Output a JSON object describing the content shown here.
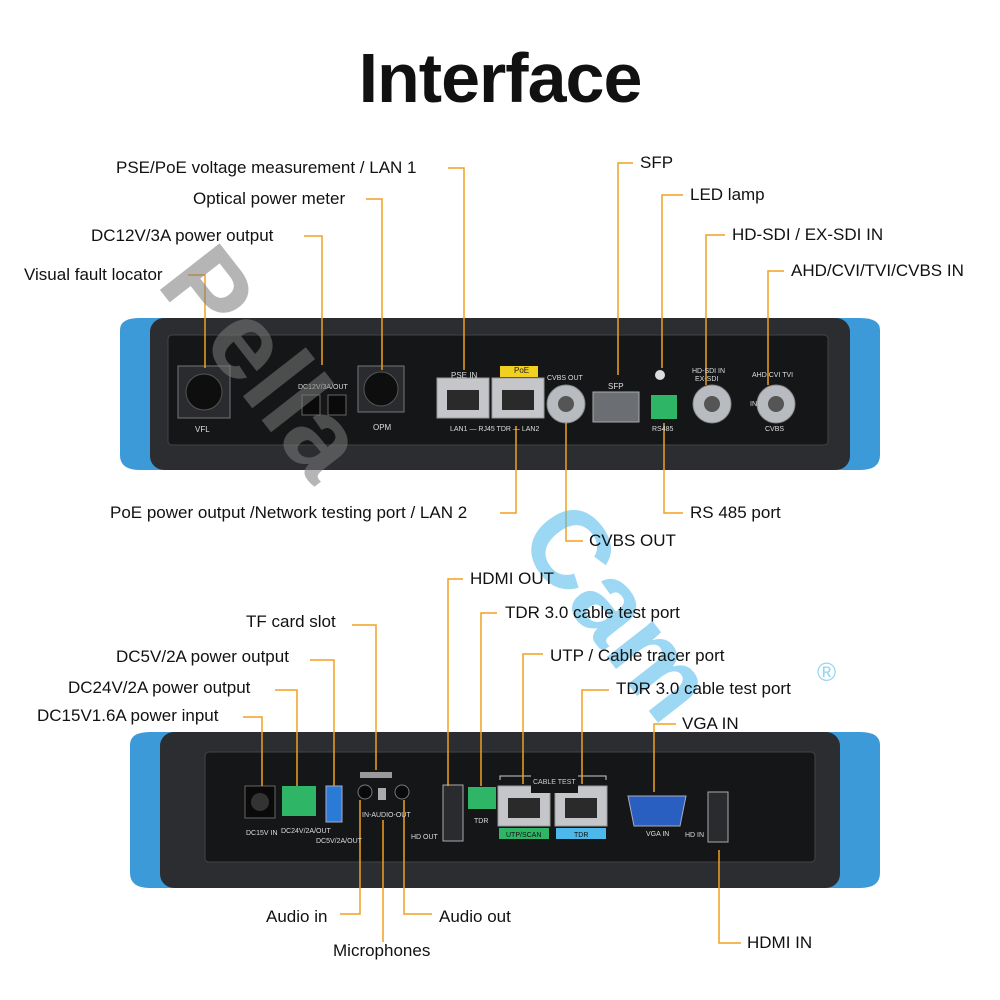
{
  "title": "Interface",
  "watermark": {
    "part1": "Pella",
    "part2": "Cam",
    "mark": "®",
    "color1": "#7a7a7a",
    "color2": "#4db8ea"
  },
  "colors": {
    "leader": "#f0a020",
    "bumper": "#3d9ad8",
    "panel": "#1e2024"
  },
  "top_callouts": {
    "pse_poe": "PSE/PoE voltage measurement / LAN 1",
    "opm": "Optical power meter",
    "dc12v": "DC12V/3A power output",
    "vfl": "Visual fault locator",
    "sfp": "SFP",
    "led": "LED lamp",
    "hdsdi": "HD-SDI / EX-SDI IN",
    "ahd": "AHD/CVI/TVI/CVBS IN",
    "poe_out": "PoE power output /Network testing port / LAN 2",
    "cvbs_out": "CVBS OUT",
    "rs485": "RS 485 port"
  },
  "top_panel": {
    "vfl": "VFL",
    "dc12v": "DC12V/3A/OUT",
    "opm": "OPM",
    "pse_in": "PSE IN",
    "poe": "PoE",
    "lan": "LAN1 — RJ45 TDR — LAN2",
    "cvbs_out": "CVBS OUT",
    "sfp": "SFP",
    "rs485": "RS485",
    "hdsdi1": "HD-SDI IN",
    "hdsdi2": "EX-SDI",
    "ahd": "AHD CVI TVI",
    "in": "IN",
    "cvbs": "CVBS"
  },
  "bottom_callouts": {
    "hdmi_out": "HDMI OUT",
    "tdr1": "TDR 3.0 cable test port",
    "tf": "TF card slot",
    "utp": "UTP / Cable tracer port",
    "dc5v": "DC5V/2A power output",
    "dc24v": "DC24V/2A power output",
    "tdr2": "TDR 3.0 cable test port",
    "dc15v": "DC15V1.6A power input",
    "vga": "VGA IN",
    "audio_in": "Audio in",
    "audio_out": "Audio out",
    "mic": "Microphones",
    "hdmi_in": "HDMI IN"
  },
  "bottom_panel": {
    "dc15v": "DC15V IN",
    "dc24v": "DC24V/2A/OUT",
    "dc5v": "DC5V/2A/OUT",
    "audio": "IN-AUDIO-OUT",
    "hd_out": "HD OUT",
    "tdr": "TDR",
    "cable_test": "CABLE TEST",
    "utp": "UTP/SCAN",
    "tdr2": "TDR",
    "vga": "VGA IN",
    "hd_in": "HD IN"
  }
}
